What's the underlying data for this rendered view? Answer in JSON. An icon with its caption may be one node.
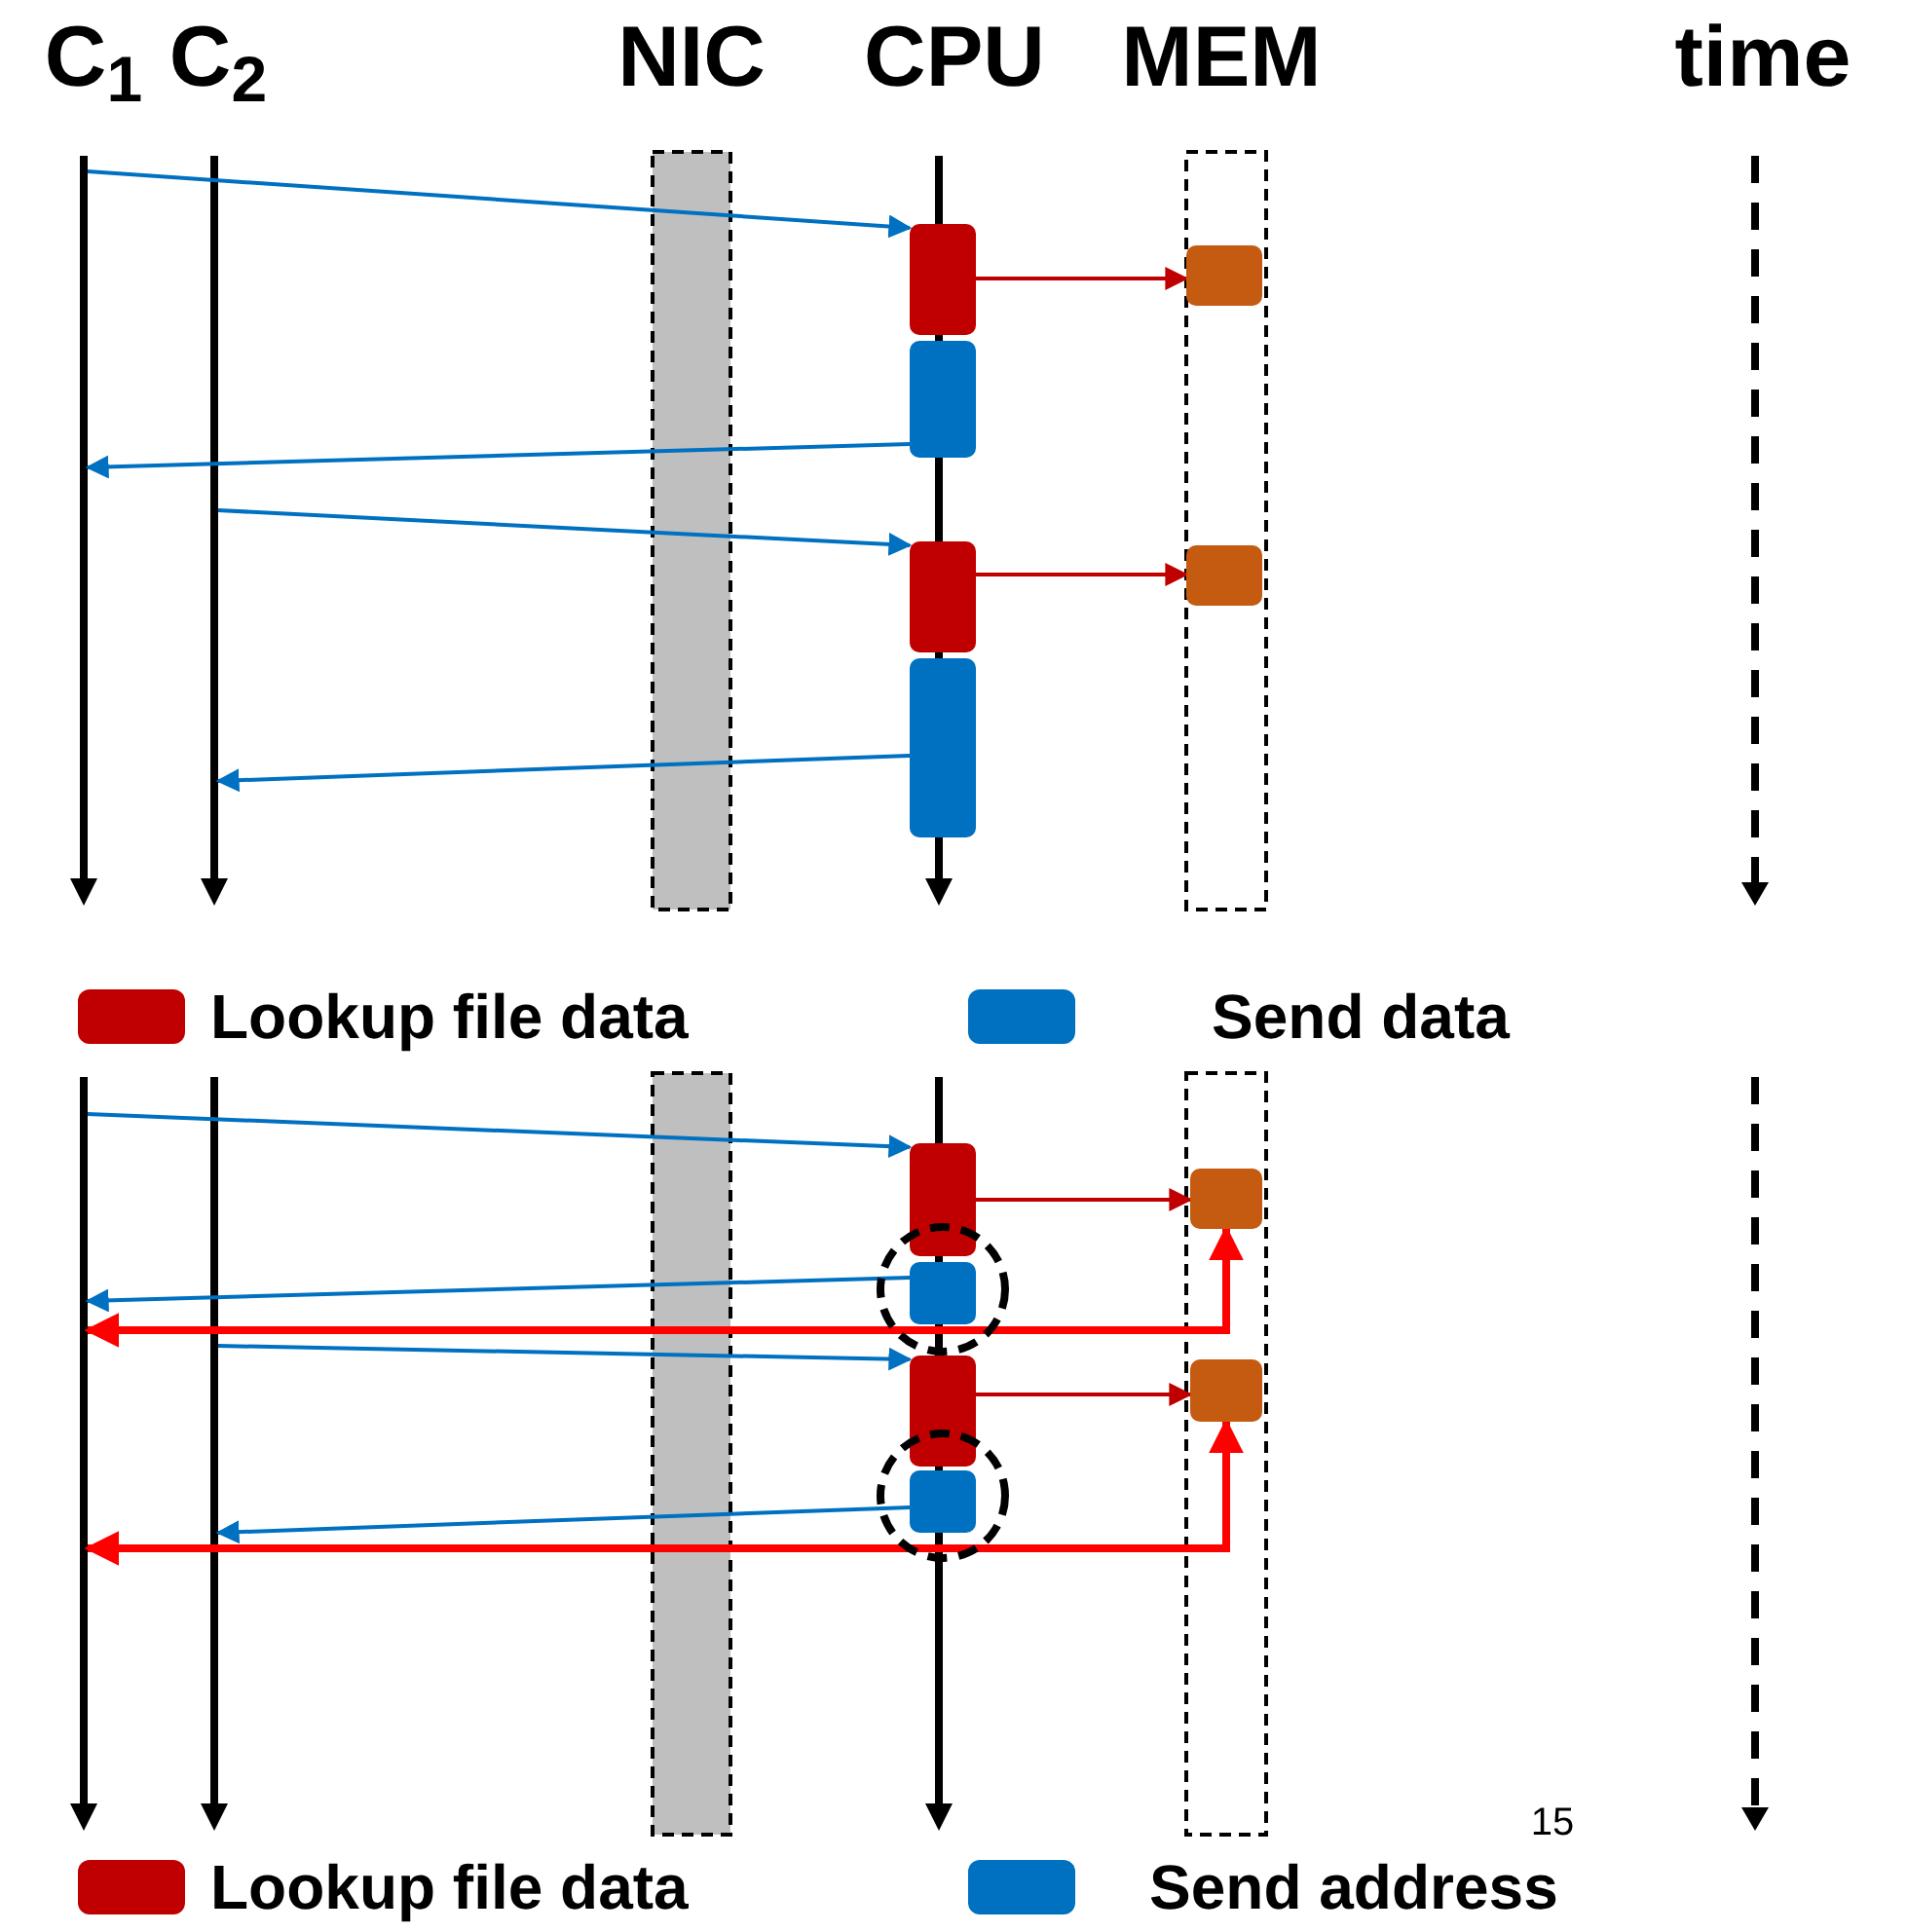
{
  "diagram": {
    "nodes": [
      {
        "text": [],
        "shape": "box"
      },
      {
        "text": [],
        "shape": "box"
      },
      {
        "text": [],
        "shape": "box"
      },
      {
        "text": [],
        "shape": "box"
      },
      {
        "text": [],
        "shape": "box"
      },
      {
        "text": [],
        "shape": "box"
      },
      {
        "text": [],
        "shape": "box"
      },
      {
        "text": [],
        "shape": "box"
      },
      {
        "text": [],
        "shape": "box"
      },
      {
        "text": [],
        "shape": "box"
      },
      {
        "text": [],
        "shape": "box"
      },
      {
        "text": [],
        "shape": "box"
      }
    ],
    "edges": [
      {
        "from": null,
        "to": 0,
        "arrow": "to"
      },
      {
        "from": 0,
        "to": 2,
        "arrow": "to",
        "color": "#c00000"
      },
      {
        "from": 1,
        "to": null,
        "arrow": "to"
      },
      {
        "from": null,
        "to": 3,
        "arrow": "to"
      },
      {
        "from": 3,
        "to": 5,
        "arrow": "to",
        "color": "#c00000"
      },
      {
        "from": 4,
        "to": null,
        "arrow": "to"
      },
      {
        "from": null,
        "to": 6,
        "arrow": "to"
      },
      {
        "from": 6,
        "to": 8,
        "arrow": "to",
        "color": "#c00000"
      },
      {
        "from": 7,
        "to": null,
        "arrow": "to"
      },
      {
        "from": 8,
        "to": null,
        "arrow": "both",
        "style": "thick",
        "color": "#ff0000"
      },
      {
        "from": null,
        "to": 9,
        "arrow": "to"
      },
      {
        "from": 9,
        "to": 11,
        "arrow": "to",
        "color": "#c00000"
      },
      {
        "from": 10,
        "to": null,
        "arrow": "to"
      },
      {
        "from": 11,
        "to": null,
        "arrow": "both",
        "style": "thick",
        "color": "#ff0000"
      }
    ],
    "labels": [
      "C$_{1}$",
      "C$_{2}$",
      "NIC",
      "CPU",
      "MEM",
      "time",
      "15"
    ],
    "legend": [
      {
        "text": "Lookup file data",
        "color": "#c00000"
      },
      {
        "text": "Send data",
        "color": "#0070c0"
      },
      {
        "text": "Lookup file data",
        "color": "#c00000"
      },
      {
        "text": "Send address",
        "color": "#0070c0"
      }
    ]
  }
}
